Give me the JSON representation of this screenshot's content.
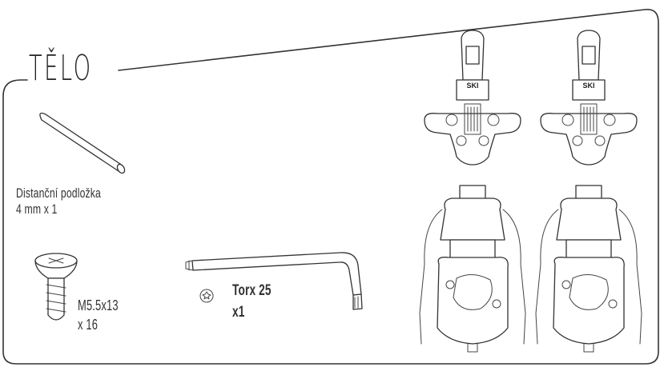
{
  "title": "TĚLO",
  "parts": {
    "spacer": {
      "line1": "Distanční podložka",
      "line2": "4 mm x 1",
      "icon": "spacer-rod-icon"
    },
    "screw": {
      "line1": "M5.5x13",
      "line2": "x 16",
      "icon": "screw-icon"
    },
    "torx": {
      "line1": "Torx 25",
      "line2": "x1",
      "icon": "torx-key-icon"
    },
    "front_binding": {
      "label": "SKI",
      "count": 2,
      "icon": "toe-piece-icon"
    },
    "heel_binding": {
      "count": 2,
      "icon": "heel-piece-icon"
    }
  }
}
